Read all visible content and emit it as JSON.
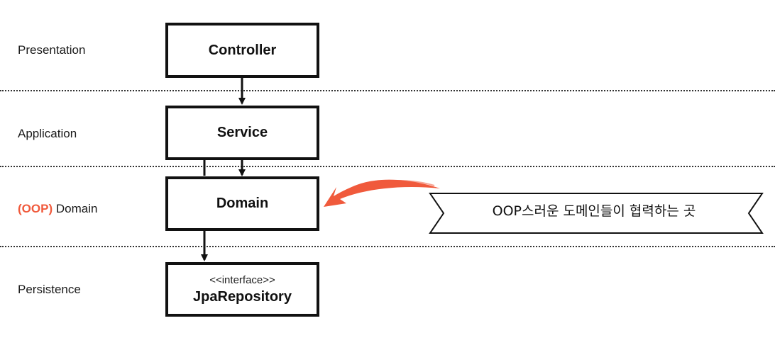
{
  "layers": {
    "presentation": "Presentation",
    "application": "Application",
    "domain_prefix": "(OOP)",
    "domain": "Domain",
    "persistence": "Persistence"
  },
  "boxes": {
    "controller": "Controller",
    "service": "Service",
    "domain": "Domain",
    "repository_stereotype": "<<interface>>",
    "repository": "JpaRepository"
  },
  "callout": {
    "text": "OOP스러운 도메인들이 협력하는 곳"
  },
  "colors": {
    "accent": "#f05a3c",
    "line": "#111111"
  }
}
